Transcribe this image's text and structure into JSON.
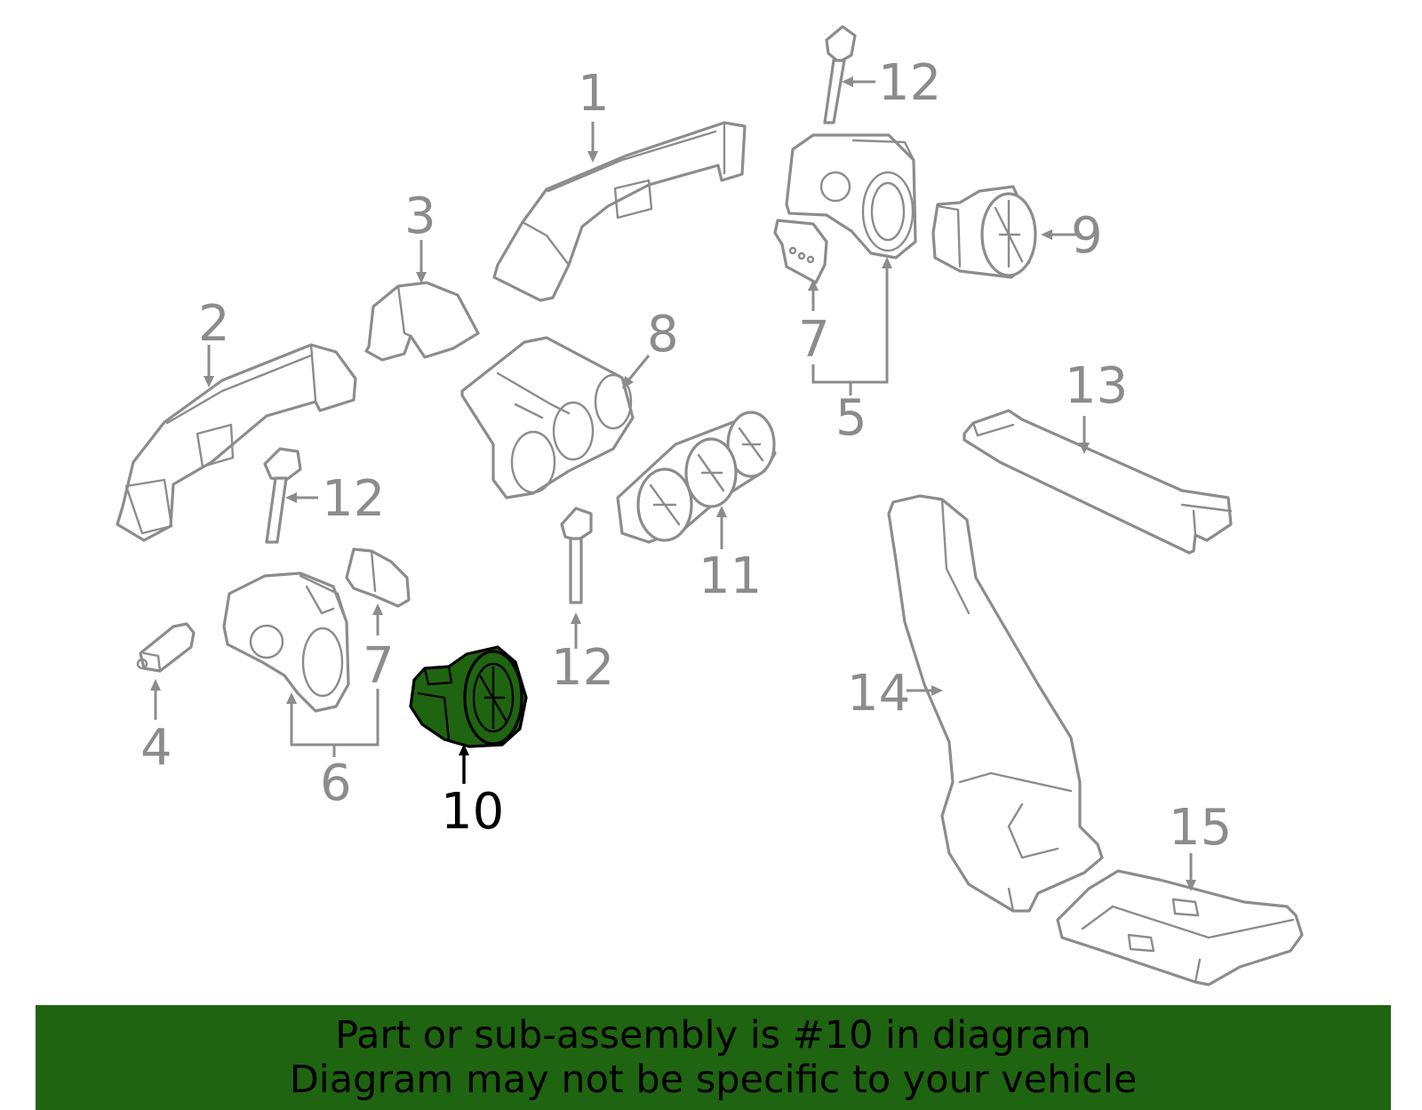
{
  "callouts": {
    "c1": "1",
    "c2": "2",
    "c3": "3",
    "c4": "4",
    "c5": "5",
    "c6": "6",
    "c7a": "7",
    "c7b": "7",
    "c8": "8",
    "c9": "9",
    "c10": "10",
    "c11": "11",
    "c12a": "12",
    "c12b": "12",
    "c12c": "12",
    "c13": "13",
    "c14": "14",
    "c15": "15"
  },
  "highlighted_part": "10",
  "banner": {
    "line1": "Part or sub-assembly is #10 in diagram",
    "line2": "Diagram may not be specific to your vehicle"
  },
  "colors": {
    "highlight": "#1f6410",
    "banner": "#1f6410",
    "line_art": "#8c8c8c",
    "highlight_outline": "#000000"
  }
}
